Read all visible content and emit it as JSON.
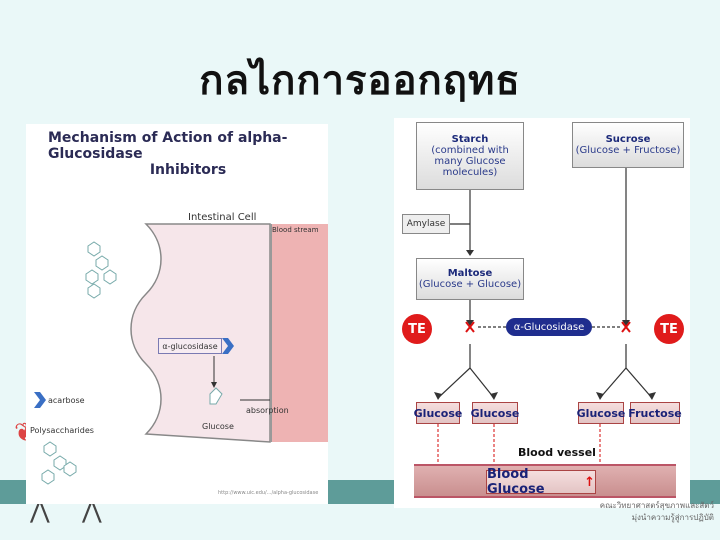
{
  "slide": {
    "title": "กลไกการออกฤทธ"
  },
  "left_figure": {
    "title_line1": "Mechanism of Action of  alpha-Glucosidase",
    "title_line2": "Inhibitors",
    "cell_label": "Intestinal  Cell",
    "blood_label": "Blood stream",
    "enzyme": "α-glucosidase",
    "acarbose": "acarbose",
    "polysaccharides": "Polysaccharides",
    "glucose": "Glucose",
    "absorption": "absorption",
    "source_link": "http://www.uic.edu/.../alpha-glucosidase"
  },
  "right_figure": {
    "starch_title": "Starch",
    "starch_detail": "(combined with many Glucose molecules)",
    "sucrose_title": "Sucrose",
    "sucrose_detail": "(Glucose + Fructose)",
    "amylase": "Amylase",
    "maltose_title": "Maltose",
    "maltose_detail": "(Glucose + Glucose)",
    "enzyme": "α-Glucosidase",
    "te_left": "TE",
    "te_right": "TE",
    "products": [
      "Glucose",
      "Glucose",
      "Glucose",
      "Fructose"
    ],
    "vessel_label": "Blood vessel",
    "blood_glucose": "Blood Glucose"
  },
  "footer": {
    "line1": "คณะวิทยาศาสตร์สุขภาพและสัตว์",
    "line2": "มุ่งนำความรู้สู่การปฏิบัติ"
  },
  "colors": {
    "footer_band": "#5e9c99",
    "te_red": "#e01b1b",
    "enzyme_blue": "#1f2d8e",
    "blood_pink": "#eeb3b3"
  }
}
